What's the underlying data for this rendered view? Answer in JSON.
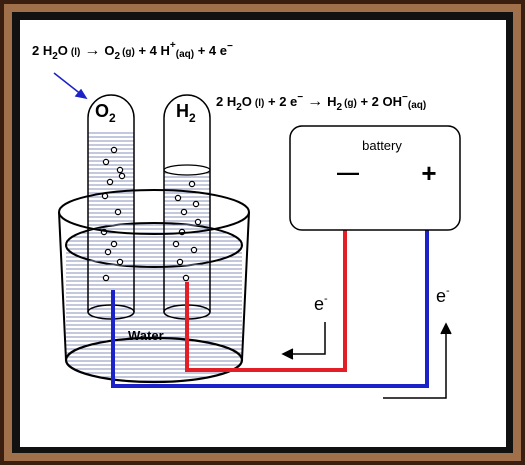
{
  "colors": {
    "frame_outer": "#3a1e10",
    "frame_wood": "#a0704a",
    "frame_inner": "#111111",
    "panel": "#ffffff",
    "water_lines": "#8890b8",
    "wire_red": "#e41e26",
    "wire_blue": "#1a22c8"
  },
  "equations": {
    "top": {
      "p1": "2 H",
      "p1_sub": "2",
      "p2": "O",
      "p2_small": "(l)",
      "arrow": "→",
      "p3": "O",
      "p3_sub": "2",
      "p3_small": "(g)",
      "p4": " + 4 H",
      "p4_sup": "+",
      "p4_small": "(aq)",
      "p5": " + 4 e",
      "p5_sup": "−"
    },
    "right": {
      "p1": "2 H",
      "p1_sub": "2",
      "p2": "O",
      "p2_small": "(l)",
      "p3": " + 2 e",
      "p3_sup": "−",
      "arrow": "→",
      "p4": "H",
      "p4_sub": "2",
      "p4_small": "(g)",
      "p5": " + 2 OH",
      "p5_sup": "−",
      "p5_small": "(aq)"
    }
  },
  "labels": {
    "o2_main": "O",
    "o2_sub": "2",
    "h2_main": "H",
    "h2_sub": "2",
    "water": "Water",
    "battery": "battery",
    "minus": "—",
    "plus": "+",
    "electron_left": "e",
    "electron_left_sup": "-",
    "electron_right": "e",
    "electron_right_sup": "-"
  }
}
